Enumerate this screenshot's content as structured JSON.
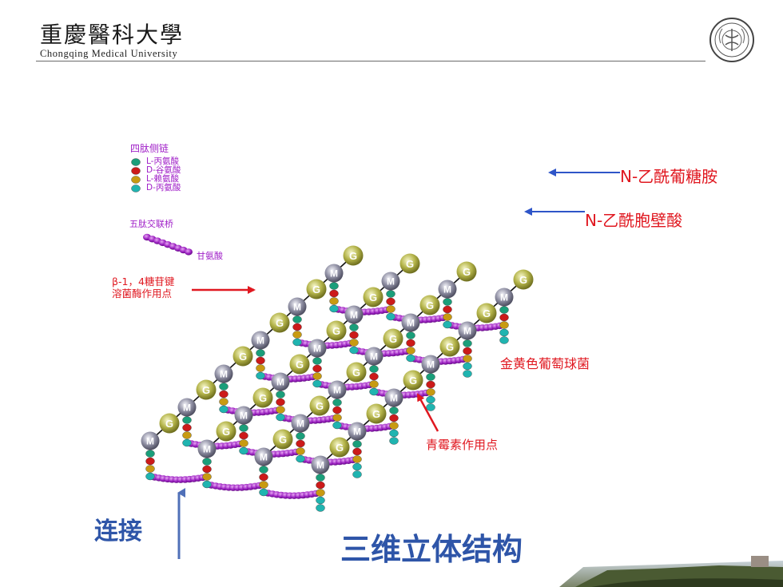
{
  "header": {
    "university_cn": "重慶醫科大學",
    "university_en": "Chongqing Medical University",
    "seal_icon": "university-seal-icon"
  },
  "legend": {
    "tetrapeptide_title": "四肽侧链",
    "items": [
      {
        "label": "L-丙氨酸",
        "color": "#1a9e7a"
      },
      {
        "label": "D-谷氨酸",
        "color": "#cc1a1a"
      },
      {
        "label": "L-赖氨酸",
        "color": "#c89a12"
      },
      {
        "label": "D-丙氨酸",
        "color": "#20b4b0"
      }
    ],
    "pentaglycine_title": "五肽交联桥",
    "glycine_label": "甘氨酸"
  },
  "annotations": {
    "beta_bond_line1": "β-1，4糖苷键",
    "beta_bond_line2": "溶菌酶作用点",
    "nag": "N-乙酰葡糖胺",
    "nam": "N-乙酰胞壁酸",
    "organism": "金黄色葡萄球菌",
    "penicillin": "青霉素作用点",
    "connection": "连接",
    "three_d": "三维立体结构"
  },
  "sugar_units": {
    "g_letter": "G",
    "m_letter": "M"
  },
  "colors": {
    "g_sugar": "#a8a83a",
    "m_sugar": "#8f8fa0",
    "bridge": "#9a1fc0",
    "backbone": "#111111",
    "red_arrow": "#e01820",
    "blue_arrow": "#2e55c8",
    "title_blue": "#2e55a8"
  }
}
